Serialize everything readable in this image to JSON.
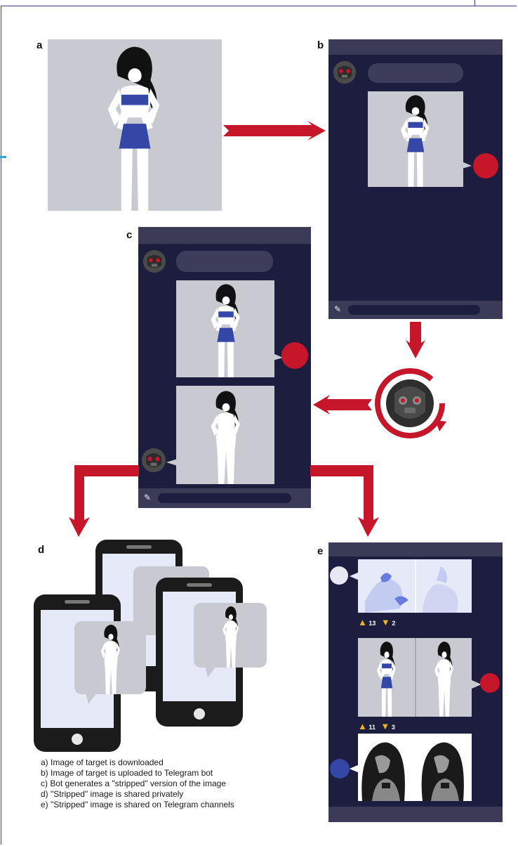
{
  "panel_labels": {
    "a": "a",
    "b": "b",
    "c": "c",
    "d": "d",
    "e": "e"
  },
  "captions": [
    "a) Image of target is downloaded",
    "b) Image of target is uploaded to Telegram bot",
    "c) Bot generates a \"stripped\" version of the image",
    "d) \"Stripped\" image is shared privately",
    "e) \"Stripped\" image is shared on Telegram channels"
  ],
  "channel_posts": [
    {
      "likes": "13",
      "dislikes": "2"
    },
    {
      "likes": "11",
      "dislikes": "3"
    }
  ],
  "colors": {
    "accent_red": "#c5162a",
    "panel_navy": "#1c1d3f",
    "photo_gray": "#c9c9d1",
    "clothing_blue": "#3446a6",
    "reaction_yellow": "#f2b21b"
  },
  "icons": {
    "attachment": "paperclip-icon",
    "like": "thumbs-up-icon",
    "dislike": "thumbs-down-icon",
    "bot": "robot-face-icon"
  }
}
